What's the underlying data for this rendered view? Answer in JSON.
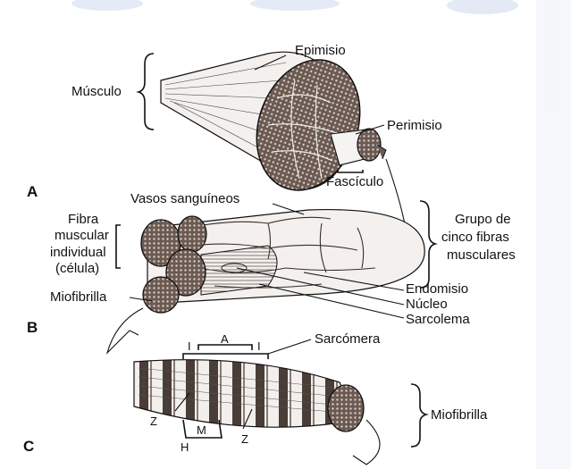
{
  "colors": {
    "ink": "#111111",
    "background": "#ffffff",
    "watermark": "#c9d7ee",
    "fiber_dark": "#3a2e2a",
    "fiber_mid": "#6b5a52"
  },
  "sections": {
    "A": "A",
    "B": "B",
    "C": "C"
  },
  "labels": {
    "musculo": "Músculo",
    "epimisio": "Epimisio",
    "perimisio": "Perimisio",
    "fasciculo": "Fascículo",
    "vasos": "Vasos sanguíneos",
    "fibra_1": "Fibra",
    "fibra_2": "muscular",
    "fibra_3": "individual",
    "fibra_4": "(célula)",
    "grupo_1": "Grupo de",
    "grupo_2": "cinco fibras",
    "grupo_3": "musculares",
    "miofibrilla_b": "Miofibrilla",
    "endomisio": "Endomisio",
    "nucleo": "Núcleo",
    "sarcolema": "Sarcolema",
    "sarcomera": "Sarcómera",
    "band_i1": "I",
    "band_a": "A",
    "band_i2": "I",
    "z1": "Z",
    "z2": "Z",
    "m": "M",
    "h": "H",
    "miofibrilla_c": "Miofibrilla"
  }
}
